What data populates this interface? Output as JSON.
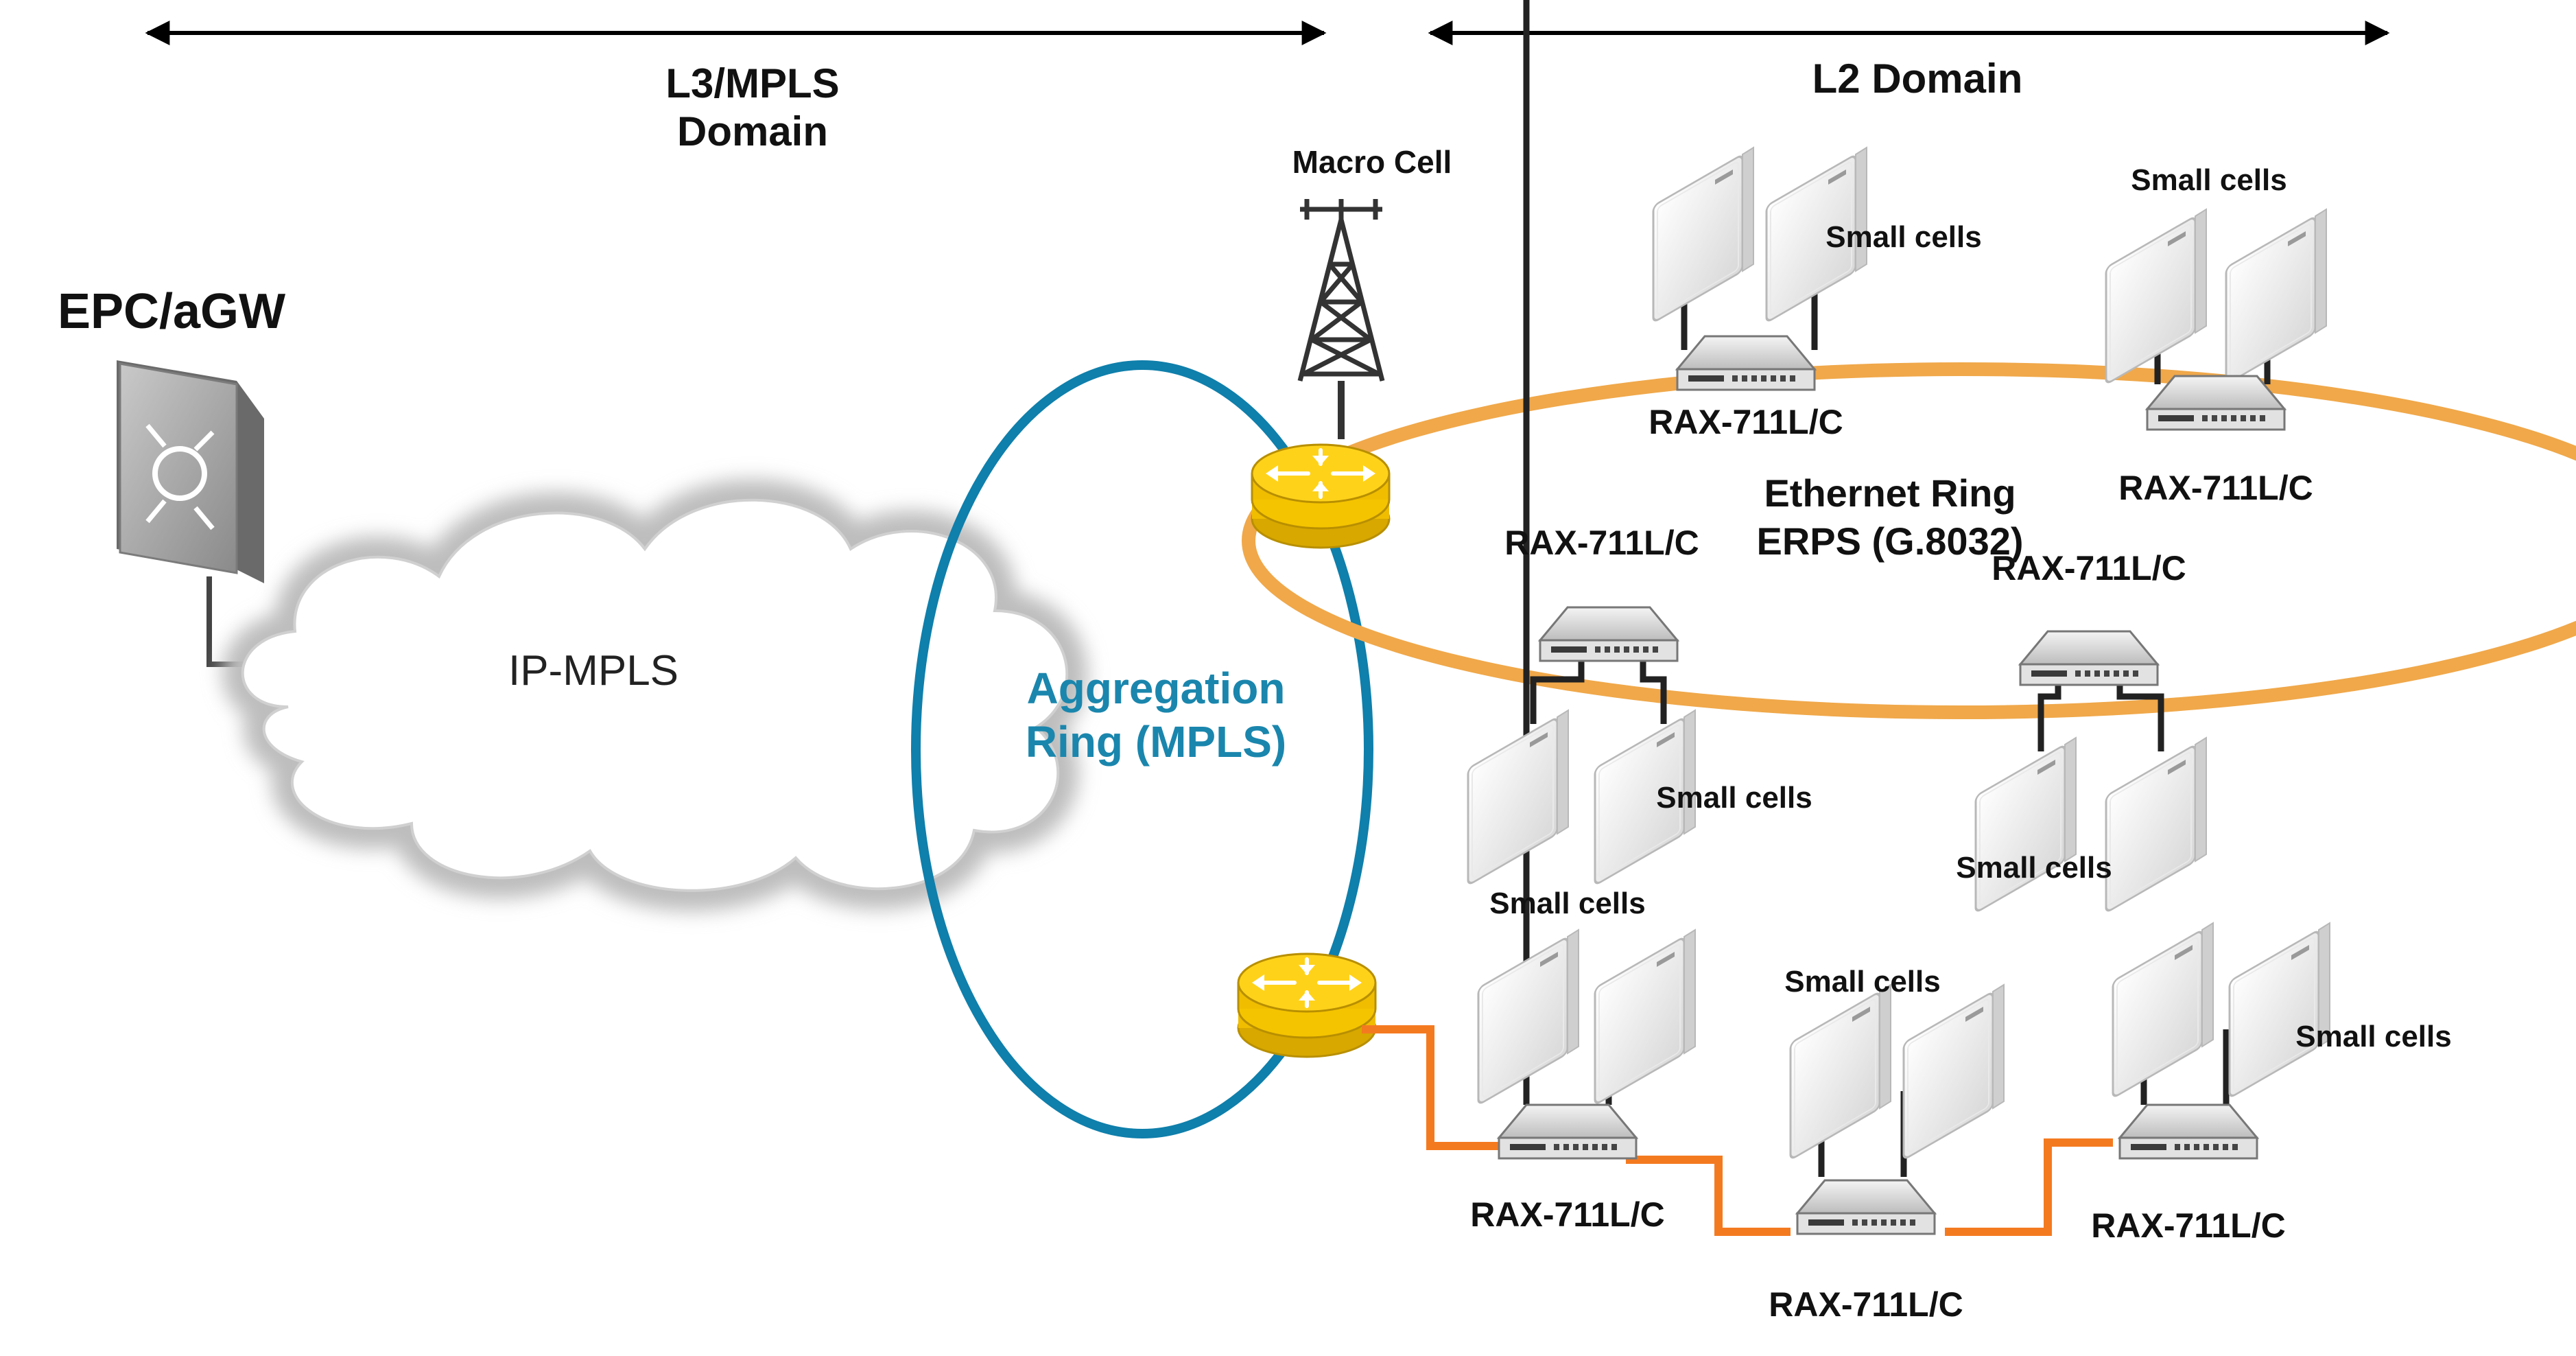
{
  "domains": {
    "l3": "L3/MPLS",
    "l3_sub": "Domain",
    "l2": "L2 Domain"
  },
  "epc_label": "EPC/aGW",
  "cloud_label": "IP-MPLS",
  "macro_cell_label": "Macro Cell",
  "aggregation_ring": {
    "line1": "Aggregation",
    "line2": "Ring (MPLS)"
  },
  "ethernet_ring": {
    "line1": "Ethernet Ring",
    "line2": "ERPS (G.8032)"
  },
  "rax_label": "RAX-711L/C",
  "small_cells_label": "Small cells",
  "colors": {
    "aggregation_ring": "#0f7fab",
    "ethernet_ring": "#f0a84a",
    "chain_link": "#f47a20",
    "router": "#f5c400",
    "label_blue": "#1a86ad"
  }
}
